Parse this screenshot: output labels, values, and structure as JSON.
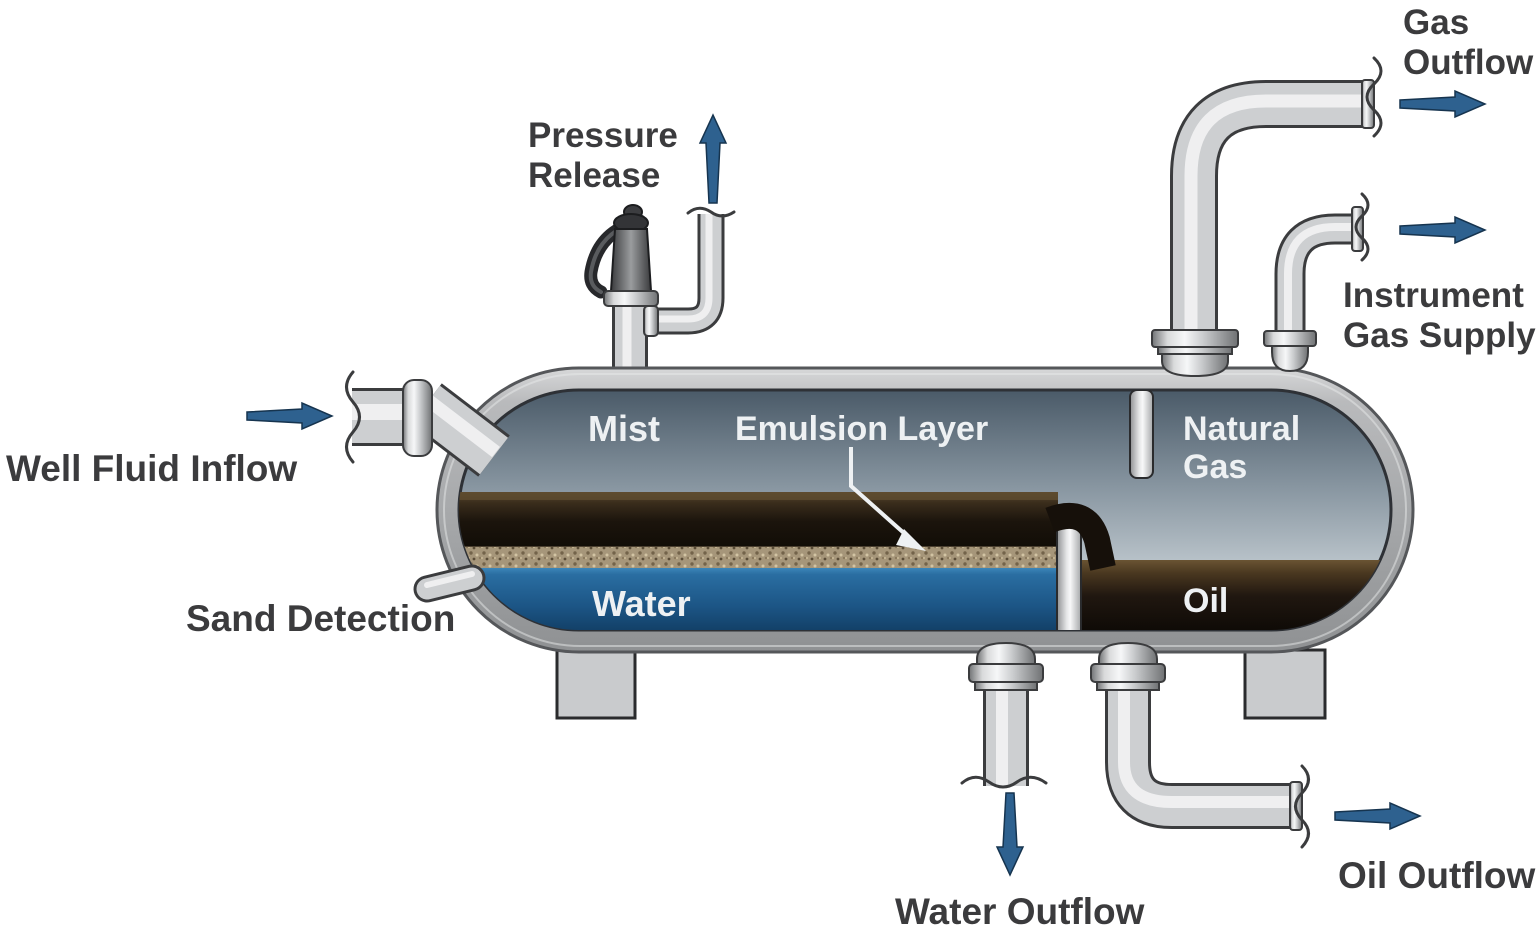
{
  "labels": {
    "pressure_release": [
      "Pressure",
      "Release"
    ],
    "gas_outflow": [
      "Gas",
      "Outflow"
    ],
    "instrument_gas_supply": [
      "Instrument",
      "Gas Supply"
    ],
    "well_fluid_inflow": "Well Fluid Inflow",
    "sand_detection": "Sand Detection",
    "water_outflow": "Water Outflow",
    "oil_outflow": "Oil Outflow",
    "mist": "Mist",
    "emulsion_layer": "Emulsion Layer",
    "natural_gas": [
      "Natural",
      "Gas"
    ],
    "water": "Water",
    "oil": "Oil"
  },
  "colors": {
    "flow_arrow": "#2e618f",
    "flow_arrow_edge": "#16344f",
    "outside_label_text": "#3b3b3d",
    "inside_label_text": "#eef1f3",
    "vessel_shell": "#a7a9ab",
    "gas_space_top": "#4a5a68",
    "gas_space_bottom": "#cfd6da",
    "oil_layer": "#1b140c",
    "emulsion_layer": "#a6967a",
    "water_layer": "#1c5585",
    "background": "#ffffff"
  }
}
